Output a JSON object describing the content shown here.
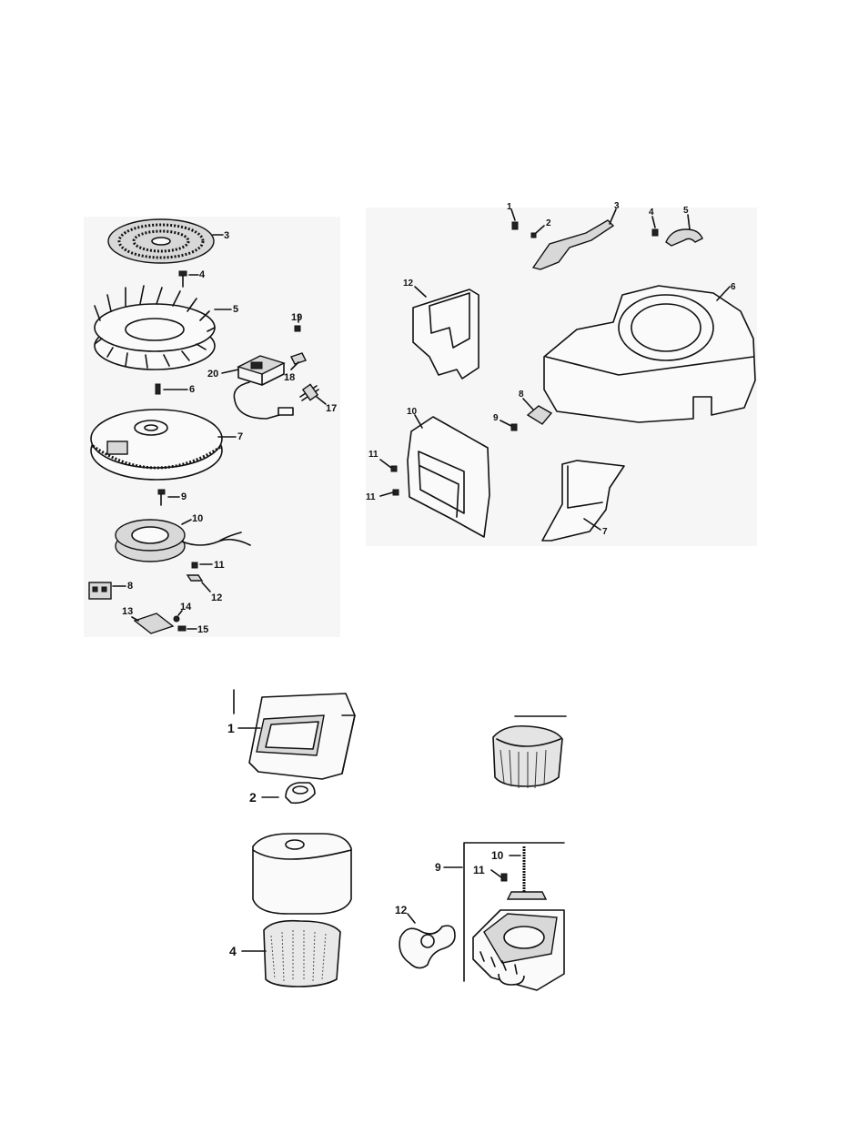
{
  "diagram": {
    "flywheel_group": {
      "callouts": [
        "3",
        "4",
        "5",
        "6",
        "7",
        "8",
        "9",
        "10",
        "11",
        "12",
        "13",
        "14",
        "15",
        "17",
        "18",
        "19",
        "20"
      ]
    },
    "blower_housing_group": {
      "callouts": [
        "1",
        "2",
        "3",
        "4",
        "5",
        "6",
        "7",
        "8",
        "9",
        "10",
        "11",
        "11",
        "12"
      ]
    },
    "air_cleaner_group": {
      "callouts": [
        "1",
        "2",
        "4"
      ]
    },
    "carburetor_group": {
      "callouts": [
        "9",
        "10",
        "11",
        "12"
      ]
    }
  }
}
